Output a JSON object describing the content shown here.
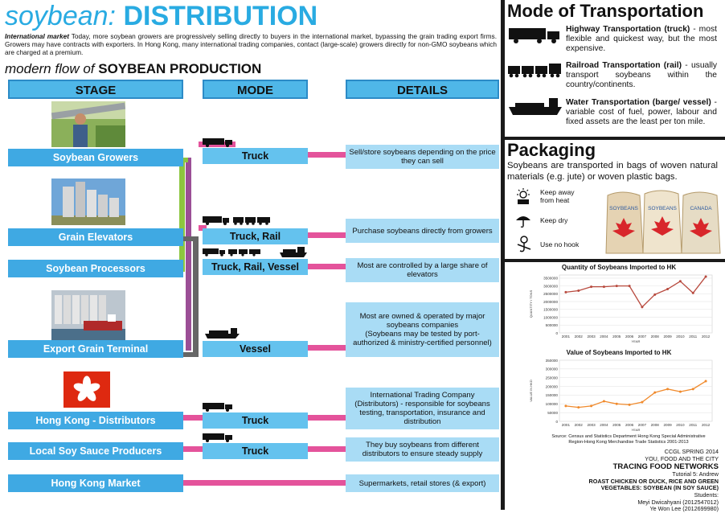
{
  "title": {
    "prefix": "soybean:",
    "main": "DISTRIBUTION"
  },
  "intro": {
    "lead": "International market",
    "text": " Today, more soybean growers are progressively selling directly to buyers in the international market, bypassing the grain trading export firms. Growers may have contracts with exporters. In Hong Kong, many international trading companies, contact (large-scale) growers directly for non-GMO soybeans  which are charged at a premium."
  },
  "flow_heading": {
    "prefix": "modern flow of",
    "main": "SOYBEAN PRODUCTION"
  },
  "columns": {
    "stage": "STAGE",
    "mode": "MODE",
    "details": "DETAILS"
  },
  "stages": [
    {
      "stage": "Soybean Growers",
      "mode": "Truck",
      "details": "Sell/store soybeans depending on the price they can sell"
    },
    {
      "stage": "Grain Elevators",
      "mode": "Truck, Rail",
      "details": "Purchase soybeans directly from growers"
    },
    {
      "stage": "Soybean Processors",
      "mode": "Truck, Rail, Vessel",
      "details": "Most are controlled by a large share of elevators"
    },
    {
      "stage": "Export Grain Terminal",
      "mode": "Vessel",
      "details": "Most are owned & operated by major soybeans companies\n(Soybeans may be tested by port-authorized & ministry-certified personnel)"
    },
    {
      "stage": "Hong Kong - Distributors",
      "mode": "Truck",
      "details": "International Trading Company (Distributors) - responsible for soybeans testing, transportation, insurance and distribution"
    },
    {
      "stage": "Local Soy Sauce Producers",
      "mode": "Truck",
      "details": "They buy soybeans from different distributors to ensure steady supply"
    },
    {
      "stage": "Hong Kong Market",
      "mode": "",
      "details": "Supermarkets, retail stores (& export)"
    }
  ],
  "transport": {
    "heading": "Mode of Transportation",
    "items": [
      {
        "label": "Highway Transportation (truck)",
        "desc": " - most flexible and quickest way, but the most expensive."
      },
      {
        "label": "Railroad Transportation (rail)",
        "desc": " - usually transport soybeans within the country/continents."
      },
      {
        "label": "Water Transportation (barge/ vessel)",
        "desc": " - variable cost of fuel, power, labour and fixed assets are the least per ton mile."
      }
    ]
  },
  "packaging": {
    "heading": "Packaging",
    "text": "Soybeans are transported in bags of woven natural materials (e.g. jute) or woven plastic bags.",
    "symbols": [
      "Keep away from heat",
      "Keep dry",
      "Use no hook"
    ],
    "bag_labels": [
      "SOYBEANS",
      "SOYBEANS",
      "CANADA"
    ]
  },
  "chart_data": [
    {
      "type": "line",
      "title": "Quantity of Soybeans Imported to HK",
      "xlabel": "YEAR",
      "ylabel": "QUANTITY / TONS",
      "x": [
        2001,
        2002,
        2003,
        2004,
        2005,
        2006,
        2007,
        2008,
        2009,
        2010,
        2011,
        2012
      ],
      "values": [
        2600000,
        2700000,
        2950000,
        2950000,
        3000000,
        3000000,
        1650000,
        2450000,
        2800000,
        3300000,
        2550000,
        3600000
      ],
      "ylim": [
        0,
        3700000
      ],
      "yticks": [
        0,
        500000,
        1000000,
        1500000,
        2000000,
        2500000,
        3000000,
        3500000
      ],
      "color": "#b84a3e"
    },
    {
      "type": "line",
      "title": "Value of Soybeans Imported to HK",
      "xlabel": "YEAR",
      "ylabel": "VALUE IN HKD",
      "x": [
        2001,
        2002,
        2003,
        2004,
        2005,
        2006,
        2007,
        2008,
        2009,
        2010,
        2011,
        2012
      ],
      "values": [
        88000,
        80000,
        88000,
        115000,
        100000,
        95000,
        110000,
        165000,
        185000,
        170000,
        185000,
        230000
      ],
      "ylim": [
        0,
        350000
      ],
      "yticks": [
        0,
        50000,
        100000,
        150000,
        200000,
        250000,
        300000,
        350000
      ],
      "color": "#f08a2c"
    }
  ],
  "chart_source": "Source: Census and Statistics Department Hong Kong Special Administrative Region-Hong Kong Merchandise Trade Statistics 2001-2013",
  "credits": {
    "line1": "CCGL SPRING 2014",
    "line2": "YOU, FOOD AND THE CITY",
    "line3": "TRACING FOOD NETWORKS",
    "line4": "Tutorial 5: Andrew",
    "line5": "ROAST CHICKEN OR DUCK, RICE AND GREEN",
    "line6": "VEGETABLES: SOYBEAN (IN SOY SAUCE)",
    "line7": "Students:",
    "line8": "Meyi Dwicahyani (2012547012)",
    "line9": "Ye Won Lee (2012699980)"
  },
  "colors": {
    "accent": "#29abe2",
    "stage": "#3fa9e3",
    "mode": "#64c2ee",
    "details": "#a9dcf5",
    "connector": "#e4539b",
    "green": "#8dc63f",
    "purple": "#9b4f96",
    "grey": "#666666"
  },
  "icons": [
    "truck-icon",
    "train-icon",
    "vessel-icon",
    "hk-flag-icon",
    "heat-icon",
    "umbrella-icon",
    "no-hook-icon"
  ]
}
